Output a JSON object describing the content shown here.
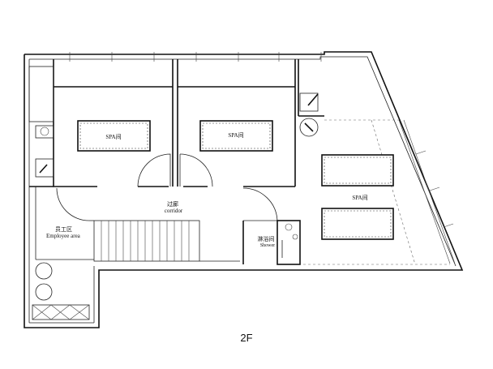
{
  "labels": {
    "spa_room_1": "SPA间",
    "spa_room_2": "SPA间",
    "spa_room_3": "SPA间",
    "corridor_cn": "过廊",
    "corridor_en": "corridor",
    "employee_cn": "员工区",
    "employee_en": "Employee area",
    "shower_cn": "淋浴间",
    "shower_en": "Shower",
    "floor": "2F"
  }
}
